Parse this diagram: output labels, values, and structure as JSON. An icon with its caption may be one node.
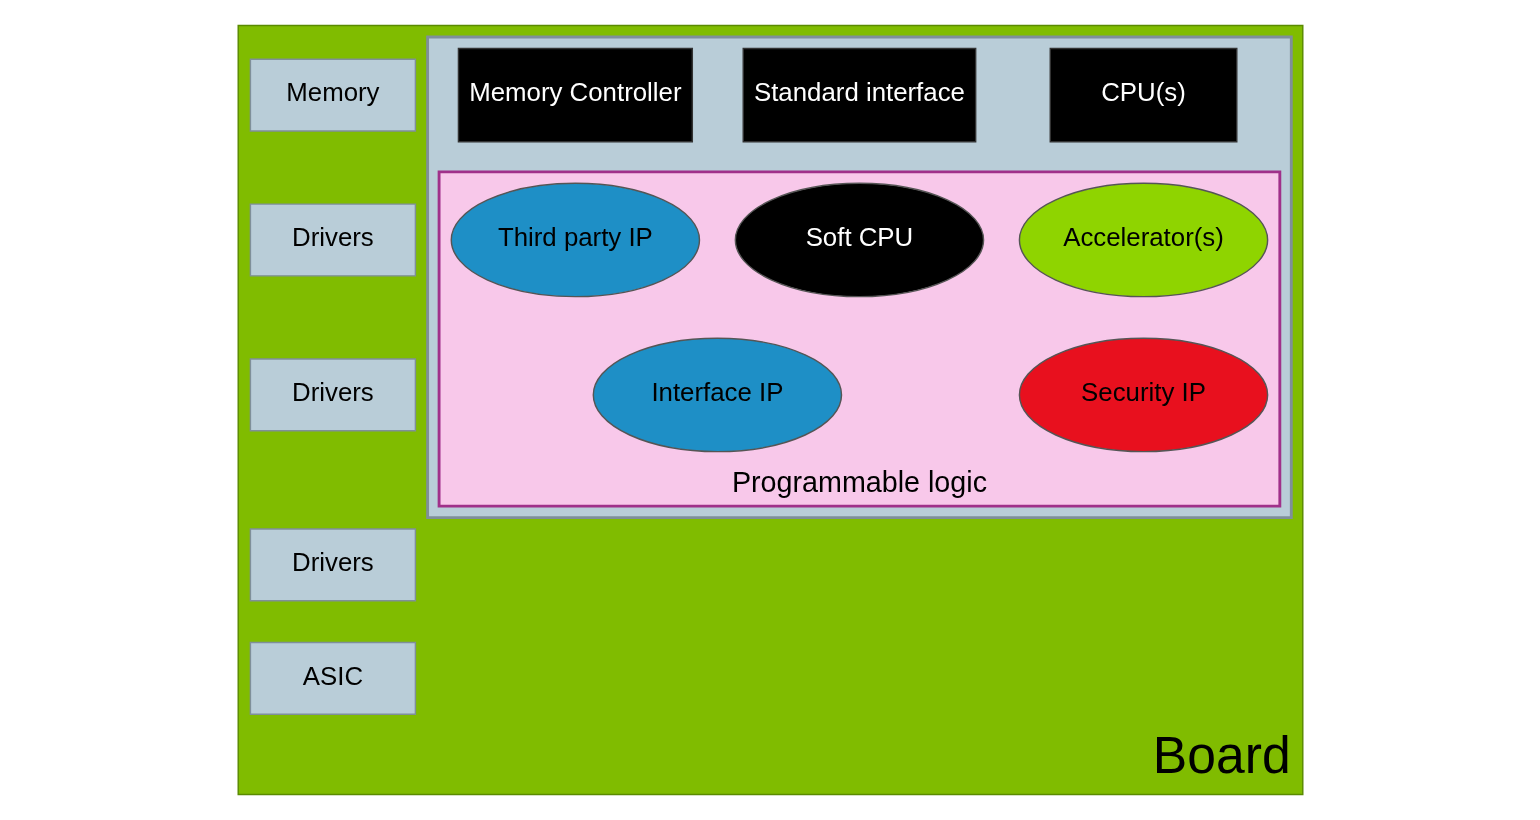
{
  "diagram": {
    "nodes": [
      {
        "text": [
          "Board"
        ]
      },
      {
        "text": [],
        "shape": "box",
        "in": 0
      },
      {
        "text": [
          "CPU(s)"
        ],
        "in": 1
      },
      {
        "text": [
          "Standard interface"
        ],
        "in": 1
      },
      {
        "text": [
          "Memory Controller"
        ],
        "in": 1
      },
      {
        "text": [
          "Programmable logic"
        ],
        "in": 1
      },
      {
        "text": [
          "Accelerator(s)"
        ],
        "in": 5
      },
      {
        "text": [
          "Third party IP"
        ],
        "in": 5
      },
      {
        "text": [
          "Security IP"
        ],
        "in": 5
      },
      {
        "text": [
          "Soft CPU"
        ],
        "in": 5
      },
      {
        "text": [
          "Interface IP"
        ],
        "in": 5
      },
      {
        "text": [
          "Memory"
        ],
        "in": 0
      },
      {
        "text": [
          "Drivers"
        ],
        "in": 0
      },
      {
        "text": [
          "Drivers"
        ],
        "in": 0
      },
      {
        "text": [
          "Drivers"
        ],
        "in": 0
      },
      {
        "text": [
          "ASIC"
        ],
        "in": 0
      }
    ],
    "edges": []
  }
}
